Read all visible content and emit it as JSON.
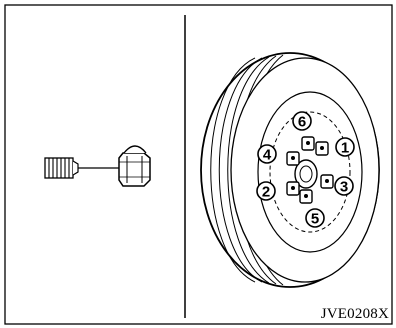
{
  "figure": {
    "code": "JVE0208X",
    "tightening_sequence": [
      "1",
      "2",
      "3",
      "4",
      "5",
      "6"
    ]
  }
}
